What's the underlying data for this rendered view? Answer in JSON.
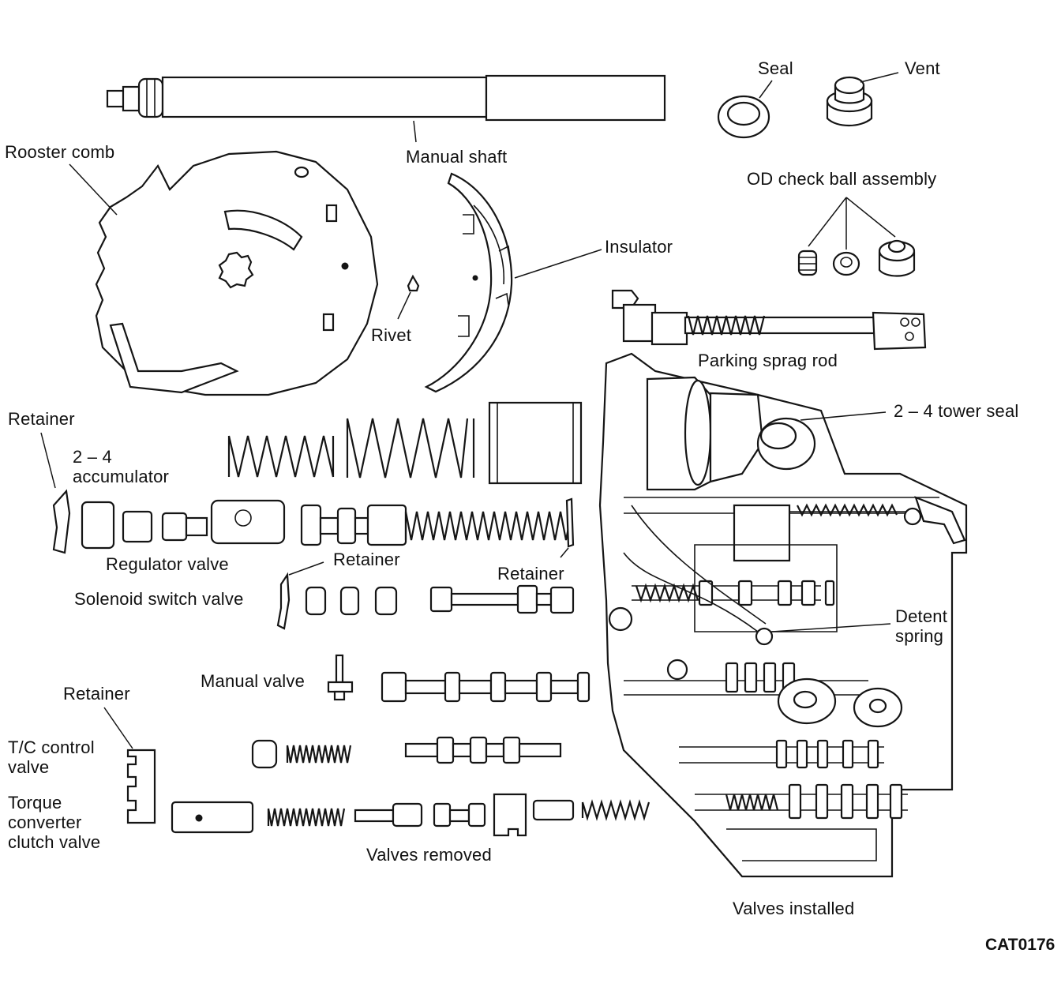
{
  "labels": {
    "rooster_comb": "Rooster comb",
    "manual_shaft": "Manual shaft",
    "seal": "Seal",
    "vent": "Vent",
    "od_check_ball": "OD check ball assembly",
    "insulator": "Insulator",
    "rivet": "Rivet",
    "parking_sprag_rod": "Parking sprag rod",
    "tower_seal": "2 – 4 tower seal",
    "retainer_1": "Retainer",
    "accumulator": "2 – 4\naccumulator",
    "regulator_valve": "Regulator valve",
    "retainer_2": "Retainer",
    "retainer_3": "Retainer",
    "solenoid_switch_valve": "Solenoid switch valve",
    "detent_spring": "Detent\nspring",
    "manual_valve": "Manual valve",
    "retainer_4": "Retainer",
    "tc_control_valve": "T/C control\nvalve",
    "torque_converter_clutch_valve": "Torque\nconverter\nclutch valve",
    "valves_removed": "Valves removed",
    "valves_installed": "Valves installed",
    "figure_code": "CAT0176"
  }
}
